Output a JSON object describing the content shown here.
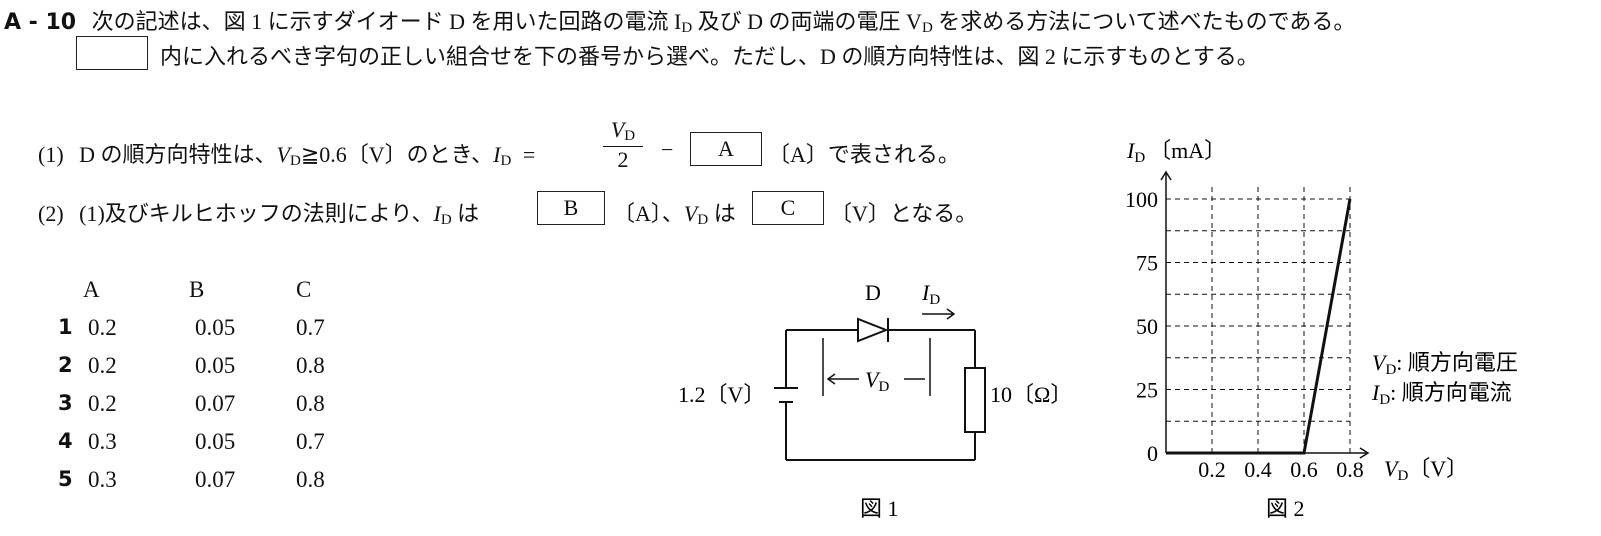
{
  "question": {
    "number": "A - 10",
    "line1": "次の記述は、図 1 に示すダイオード D を用いた回路の電流 I",
    "line1_sub": "D",
    "line1_mid": " 及び D の両端の電圧 V",
    "line1_sub2": "D",
    "line1_end": " を求める方法について述べたものである。",
    "line2": "内に入れるべき字句の正しい組合せを下の番号から選べ。ただし、D の順方向特性は、図 2 に示すものとする。"
  },
  "items": [
    {
      "label": "(1)",
      "text_a": "D の順方向特性は、",
      "v": "V",
      "v_sub": "D",
      "cond": "≧0.6〔V〕のとき、",
      "i": "I",
      "i_sub": "D",
      "eq": "=",
      "frac_num_v": "V",
      "frac_num_sub": "D",
      "frac_den": "2",
      "minus": "−",
      "box": "A",
      "tail": "〔A〕で表される。"
    },
    {
      "label": "(2)",
      "text_a": "(1)及びキルヒホッフの法則により、",
      "i": "I",
      "i_sub": "D",
      "wa1": "は",
      "box_b": "B",
      "mid": "〔A〕、",
      "v": "V",
      "v_sub": "D",
      "wa2": "は",
      "box_c": "C",
      "tail": "〔V〕となる。"
    }
  ],
  "choices": {
    "headers": [
      "A",
      "B",
      "C"
    ],
    "rows": [
      {
        "num": "1",
        "a": "0.2",
        "b": "0.05",
        "c": "0.7"
      },
      {
        "num": "2",
        "a": "0.2",
        "b": "0.05",
        "c": "0.8"
      },
      {
        "num": "3",
        "a": "0.2",
        "b": "0.07",
        "c": "0.8"
      },
      {
        "num": "4",
        "a": "0.3",
        "b": "0.05",
        "c": "0.7"
      },
      {
        "num": "5",
        "a": "0.3",
        "b": "0.07",
        "c": "0.8"
      }
    ]
  },
  "figure1": {
    "caption": "図 1",
    "diode_label": "D",
    "current_label": "I",
    "current_sub": "D",
    "voltage_label": "V",
    "voltage_sub": "D",
    "source_label": "1.2〔V〕",
    "resistor_label": "10〔Ω〕"
  },
  "figure2": {
    "caption": "図 2",
    "y_axis_label": "I",
    "y_axis_sub": "D",
    "y_axis_unit": "〔mA〕",
    "x_axis_label": "V",
    "x_axis_sub": "D",
    "x_axis_unit": "〔V〕",
    "legend": [
      {
        "sym": "V",
        "sub": "D",
        "text": ": 順方向電圧"
      },
      {
        "sym": "I",
        "sub": "D",
        "text": ": 順方向電流"
      }
    ]
  },
  "chart_data": {
    "type": "line",
    "x_ticks": [
      "0.2",
      "0.4",
      "0.6",
      "0.8"
    ],
    "y_ticks": [
      "0",
      "25",
      "50",
      "75",
      "100"
    ],
    "xlim": [
      0,
      0.8
    ],
    "ylim": [
      0,
      100
    ],
    "grid": true,
    "series": [
      {
        "x": [
          0,
          0.6,
          0.8
        ],
        "y": [
          0,
          0,
          100
        ]
      }
    ]
  }
}
